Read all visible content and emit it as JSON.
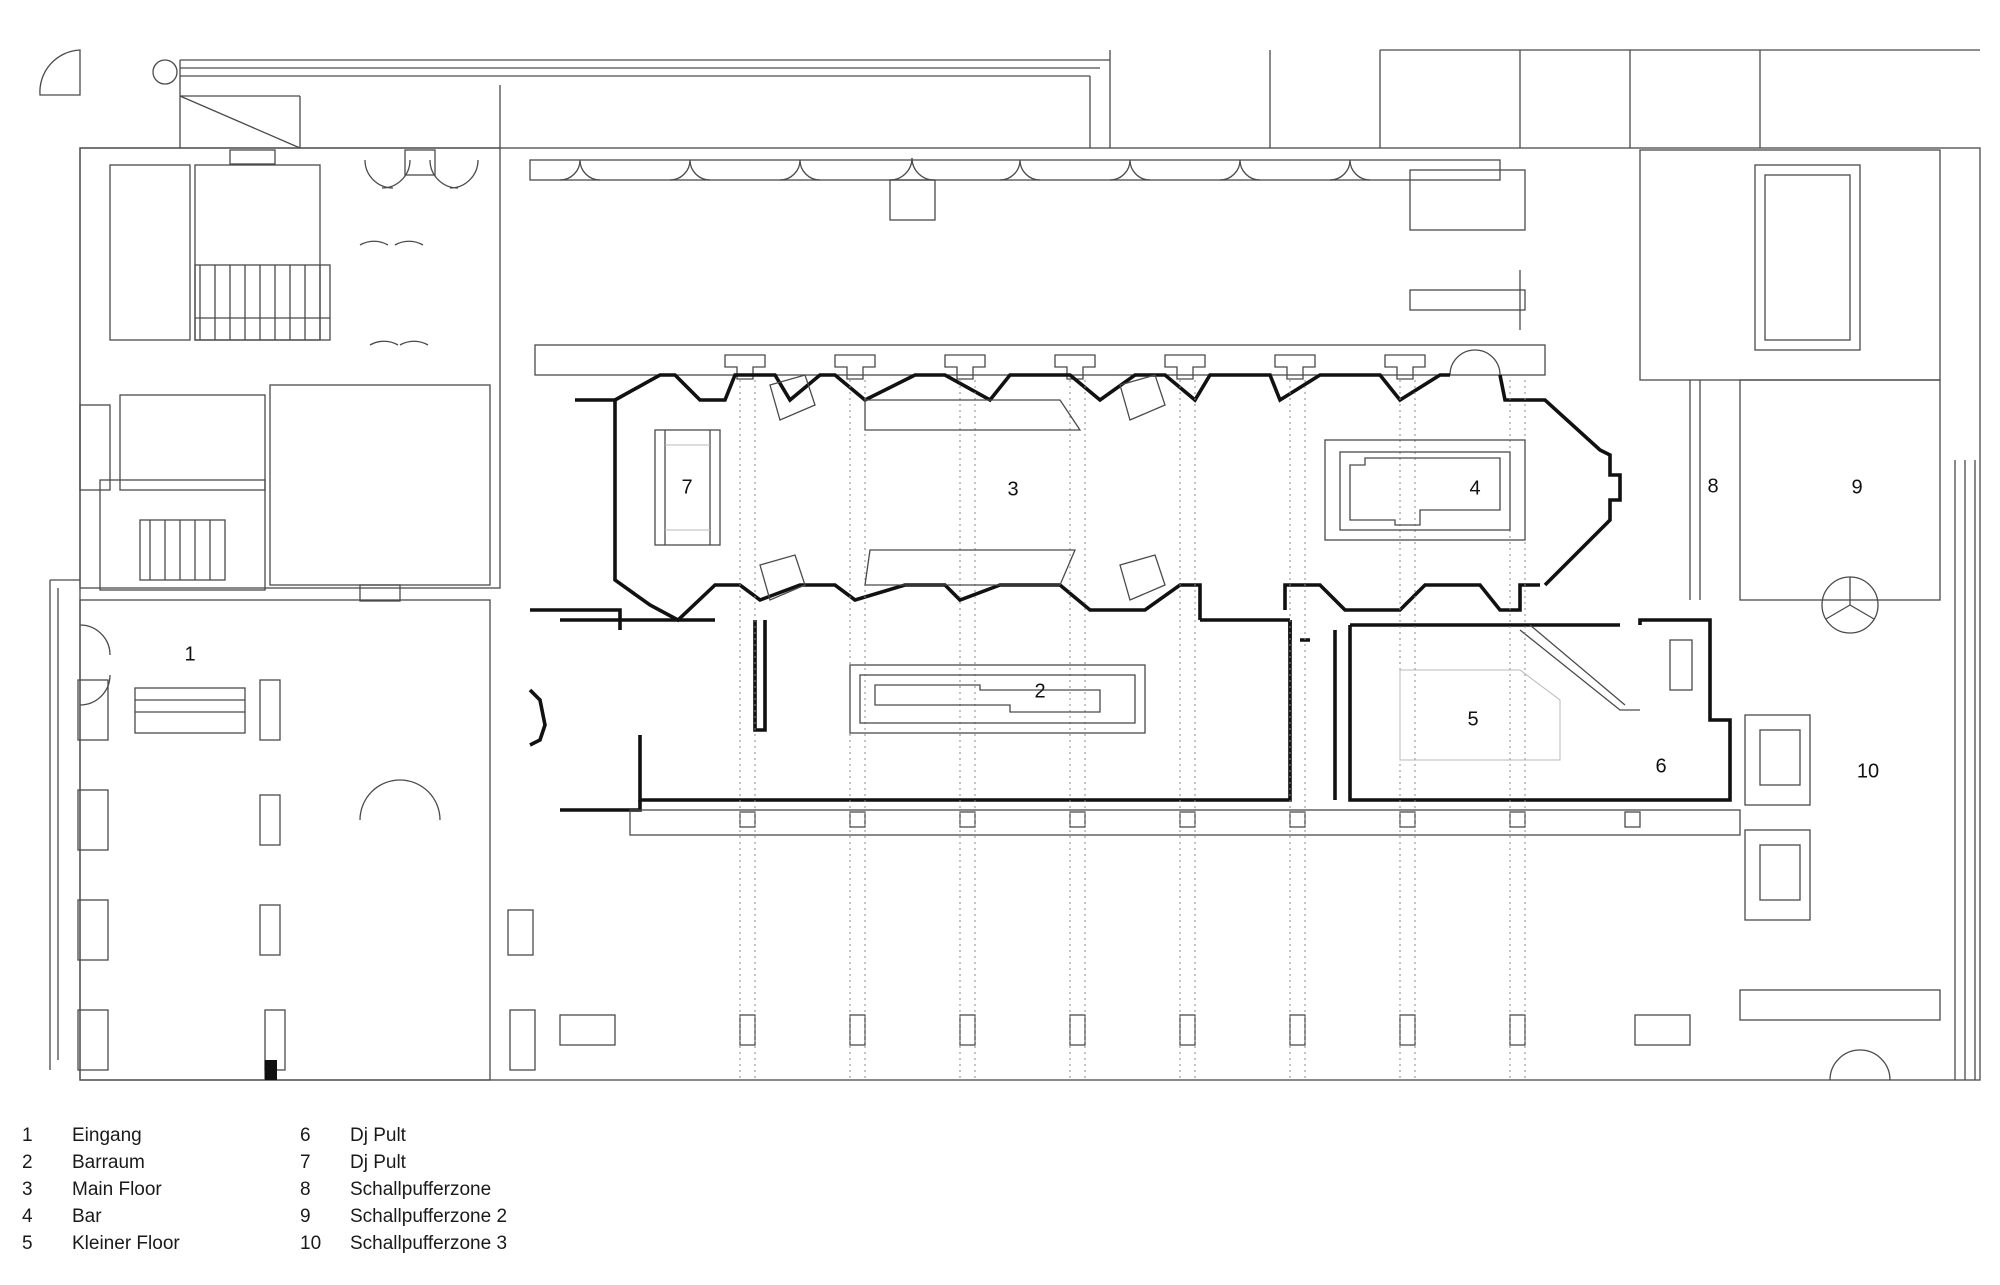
{
  "rooms": [
    {
      "id": "1",
      "label": "Eingang"
    },
    {
      "id": "2",
      "label": "Barraum"
    },
    {
      "id": "3",
      "label": "Main Floor"
    },
    {
      "id": "4",
      "label": "Bar"
    },
    {
      "id": "5",
      "label": "Kleiner Floor"
    },
    {
      "id": "6",
      "label": "Dj Pult"
    },
    {
      "id": "7",
      "label": "Dj Pult"
    },
    {
      "id": "8",
      "label": "Schallpufferzone"
    },
    {
      "id": "9",
      "label": "Schallpufferzone 2"
    },
    {
      "id": "10",
      "label": "Schallpufferzone 3"
    }
  ],
  "colors": {
    "line": "#4a4a4a",
    "highlight_wall": "#111111",
    "background": "#ffffff"
  }
}
